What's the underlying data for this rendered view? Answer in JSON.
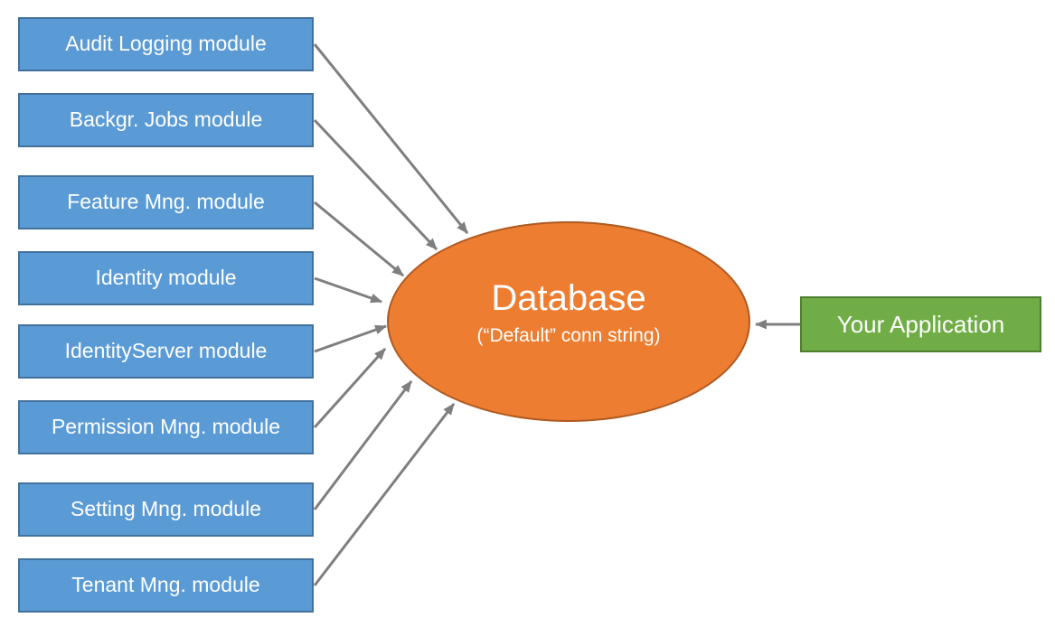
{
  "diagram": {
    "modules": [
      {
        "label": "Audit Logging module"
      },
      {
        "label": "Backgr. Jobs module"
      },
      {
        "label": "Feature Mng. module"
      },
      {
        "label": "Identity module"
      },
      {
        "label": "IdentityServer module"
      },
      {
        "label": "Permission Mng. module"
      },
      {
        "label": "Setting Mng. module"
      },
      {
        "label": "Tenant Mng. module"
      }
    ],
    "database": {
      "title": "Database",
      "subtitle": "(“Default” conn string)"
    },
    "application": {
      "label": "Your Application"
    },
    "colors": {
      "module_fill": "#5B9BD5",
      "module_border": "#41719C",
      "database_fill": "#ED7D31",
      "database_border": "#AE5A21",
      "application_fill": "#70AD47",
      "application_border": "#507E32",
      "arrow": "#7F7F7F",
      "text": "#FFFFFF"
    }
  }
}
